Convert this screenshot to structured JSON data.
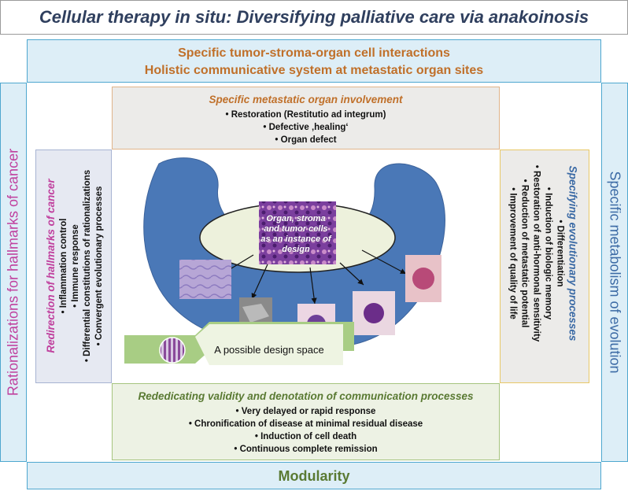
{
  "title": "Cellular therapy in situ: Diversifying palliative care via anakoinosis",
  "top_band": {
    "line1": "Specific tumor-stroma-organ cell interactions",
    "line2": "Holistic communicative system at metastatic organ sites"
  },
  "bottom_band": {
    "label": "Modularity"
  },
  "left_band": {
    "label": "Rationalizations for hallmarks of cancer"
  },
  "right_band": {
    "label": "Specific metabolism of evolution"
  },
  "top_box": {
    "heading": "Specific metastatic organ involvement",
    "items": [
      "• Restoration (Restitutio ad integrum)",
      "• Defective ‚healing‘",
      "• Organ defect"
    ]
  },
  "bottom_box": {
    "heading": "Rededicating validity and denotation of communication processes",
    "items": [
      "• Very delayed or rapid response",
      "• Chronification of disease at minimal residual disease",
      "• Induction of cell death",
      "• Continuous complete remission"
    ]
  },
  "left_box": {
    "heading": "Redirection of hallmarks of cancer",
    "items": [
      "• Inflammation control",
      "• Immune response",
      "• Differential constitutions of rationalizations",
      "• Convergent evolutionary processes"
    ]
  },
  "right_box": {
    "heading": "Specifying evolutionary processes",
    "items": [
      "• Differentiation",
      "• Induction of biologic memory",
      "• Restoration of anti-hormonal sensitivity",
      "• Reduction of metastatic potential",
      "• Improvement of quality of life"
    ]
  },
  "diagram": {
    "center_text": "Organ, stroma and tumor cells as an instance of design",
    "design_space_label": "A possible design space"
  },
  "colors": {
    "blue_shape": "#4a78b7",
    "ellipse": "#edf1dc",
    "band_fill": "#ddeef7",
    "band_border": "#4ea7cf",
    "orange": "#c0702a",
    "green": "#5a7a33",
    "magenta": "#c0409e",
    "blue_text": "#3b6aa5"
  }
}
